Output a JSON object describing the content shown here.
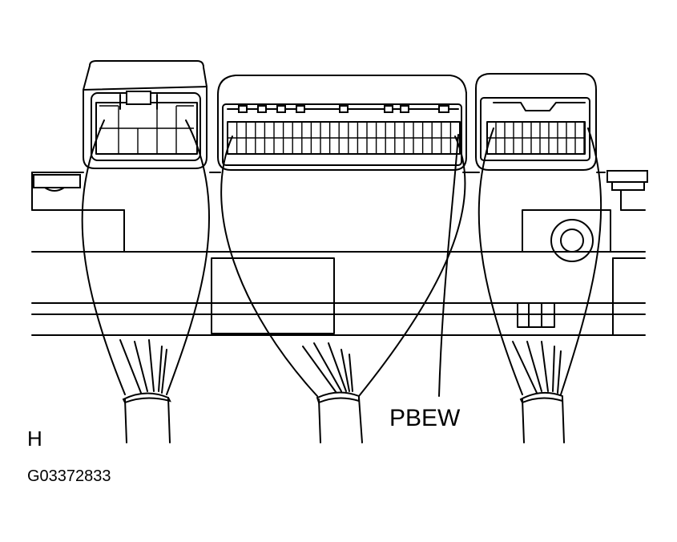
{
  "labels": {
    "component": "PBEW",
    "view_letter": "H",
    "figure_id": "G03372833"
  }
}
